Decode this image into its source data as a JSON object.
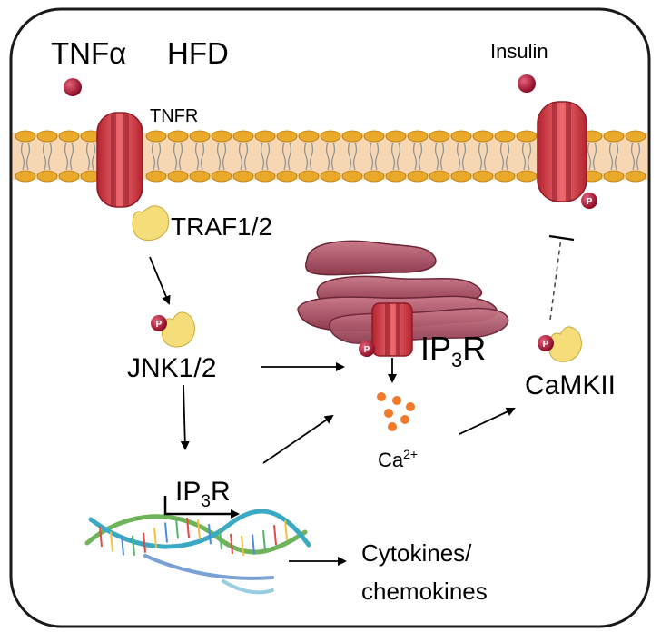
{
  "labels": {
    "tnfa": "TNFα",
    "hfd": "HFD",
    "insulin": "Insulin",
    "tnfr": "TNFR",
    "traf": "TRAF1/2",
    "jnk": "JNK1/2",
    "ip3r_er_base": "IP",
    "ip3r_er_sub": "3",
    "ip3r_er_tail": "R",
    "ip3r_gene_base": "IP",
    "ip3r_gene_sub": "3",
    "ip3r_gene_tail": "R",
    "ca_base": "Ca",
    "ca_sup": "2+",
    "camkii": "CaMKII",
    "cytokines_line1": "Cytokines/",
    "cytokines_line2": "chemokines",
    "phospho": "P"
  },
  "colors": {
    "receptor": "#d9444c",
    "receptor_dark": "#9e1f2a",
    "lipid_head": "#e9a92a",
    "membrane_core": "#f6d6b3",
    "adapter": "#f5dd7a",
    "ligand": "#a0102e",
    "er": "#a24a5d",
    "ca_dot": "#ef7a2c"
  }
}
